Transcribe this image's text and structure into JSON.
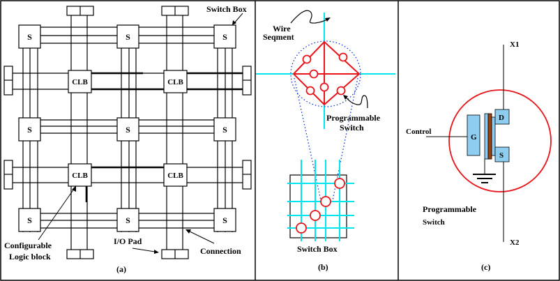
{
  "figure": {
    "panels": [
      {
        "id": "a",
        "caption": "(a)",
        "switch_box_glyph": "S",
        "clb_glyph": "CLB",
        "labels": {
          "switch_box": "Switch Box",
          "clb_line1": "Configurable",
          "clb_line2": "Logic block",
          "io_pad": "I/O Pad",
          "connection": "Connection"
        },
        "grid": {
          "switch_boxes": 9,
          "clbs": 4,
          "io_pads": 8
        }
      },
      {
        "id": "b",
        "caption": "(b)",
        "labels": {
          "wire_line1": "Wire",
          "wire_line2": "Seqment",
          "prog_line1": "Programmable",
          "prog_line2": "Switch",
          "switch_box": "Switch Box"
        }
      },
      {
        "id": "c",
        "caption": "(c)",
        "labels": {
          "x1": "X1",
          "x2": "X2",
          "control": "Control",
          "gate": "G",
          "drain": "D",
          "source": "S",
          "prog_line1": "Programmable",
          "prog_line2": "Switch"
        }
      }
    ],
    "colors": {
      "wire_segment": "#00e5ee",
      "switch": "#e8141a",
      "zoom_outline": "#1030d0",
      "transistor_fill": "#8ecdf0",
      "oxide": "#a0400e"
    }
  }
}
